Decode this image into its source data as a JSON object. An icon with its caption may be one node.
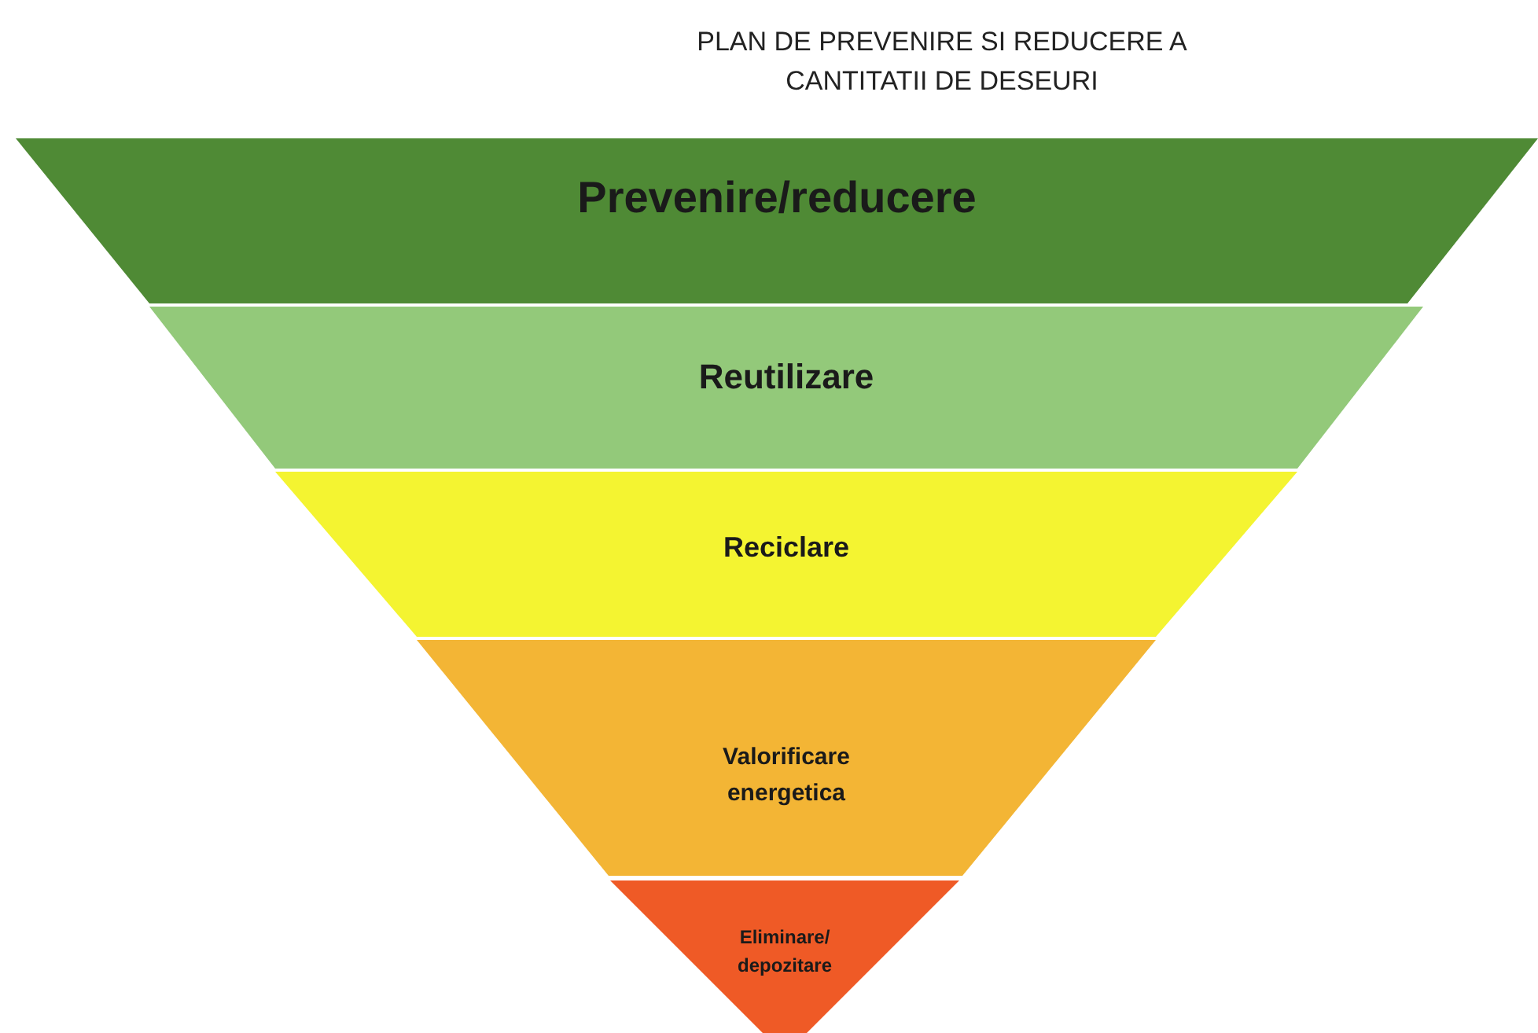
{
  "diagram": {
    "title": "PLAN DE PREVENIRE SI REDUCERE A CANTITATII DE DESEURI",
    "nodes": [
      {
        "text": [
          "Prevenire/reducere"
        ]
      },
      {
        "text": [
          "Reutilizare"
        ]
      },
      {
        "text": [
          "Reciclare"
        ]
      },
      {
        "text": [
          "Valorificare energetica"
        ]
      },
      {
        "text": [
          "Eliminare/ depozitare"
        ]
      }
    ]
  }
}
